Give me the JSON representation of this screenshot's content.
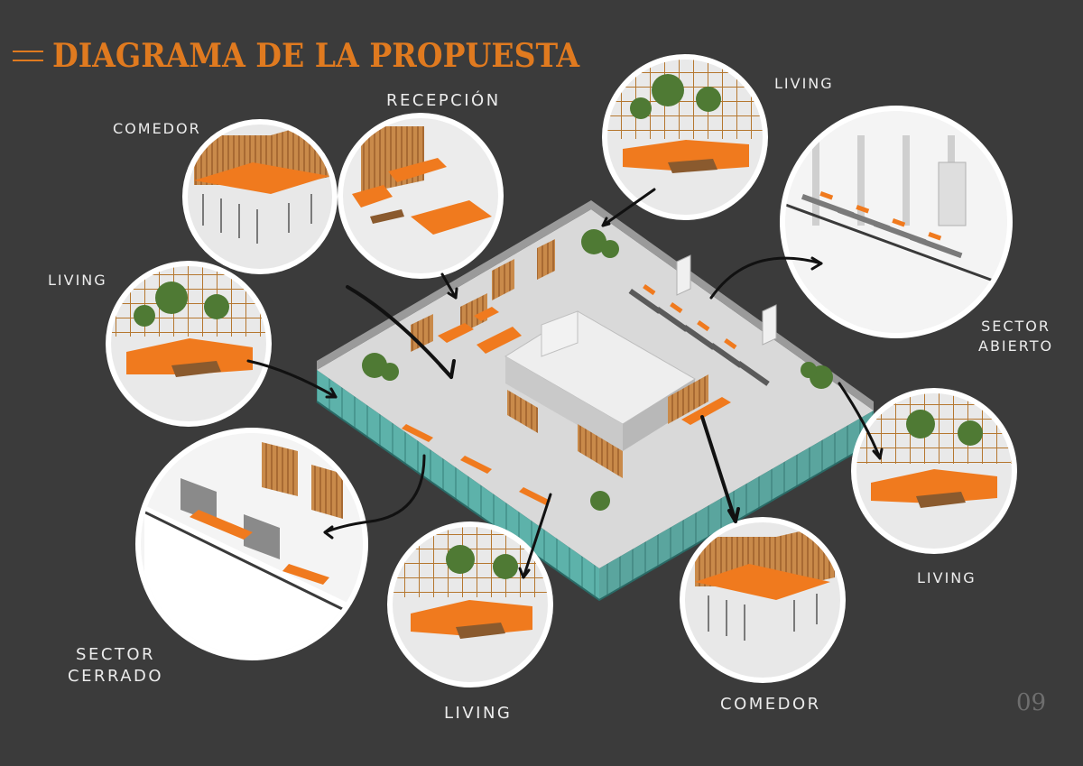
{
  "header": {
    "title": "DIAGRAMA DE LA PROPUESTA"
  },
  "labels": {
    "recepcion": "RECEPCIÓN",
    "comedor_top": "COMEDOR",
    "living_top": "LIVING",
    "living_left": "LIVING",
    "sector_abierto_1": "SECTOR",
    "sector_abierto_2": "ABIERTO",
    "sector_cerrado_1": "SECTOR",
    "sector_cerrado_2": "CERRADO",
    "living_bottom": "LIVING",
    "comedor_bottom": "COMEDOR",
    "living_right": "LIVING"
  },
  "page_number": "09",
  "colors": {
    "background": "#3b3b3b",
    "accent": "#e07a1f",
    "glass": "#5fb8b0",
    "wood": "#c98a4a"
  }
}
